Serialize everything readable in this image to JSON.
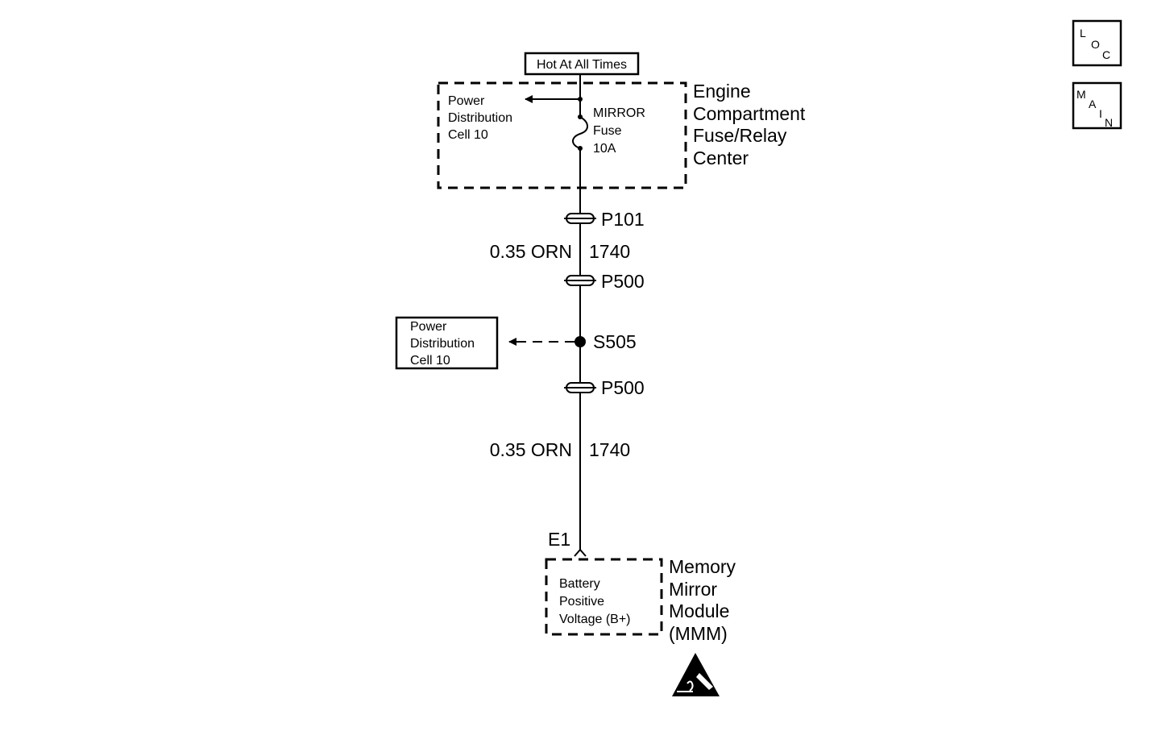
{
  "hot_label": "Hot At All Times",
  "fuse_center": {
    "name_lines": [
      "Engine",
      "Compartment",
      "Fuse/Relay",
      "Center"
    ],
    "pdc_lines": [
      "Power",
      "Distribution",
      "Cell 10"
    ],
    "fuse_lines": [
      "MIRROR",
      "Fuse",
      "10A"
    ]
  },
  "connectors": {
    "p101": "P101",
    "p500_upper": "P500",
    "p500_lower": "P500"
  },
  "wire_upper": {
    "gauge_color": "0.35 ORN",
    "circuit": "1740"
  },
  "wire_lower": {
    "gauge_color": "0.35 ORN",
    "circuit": "1740"
  },
  "splice": {
    "label": "S505",
    "ref_lines": [
      "Power",
      "Distribution",
      "Cell 10"
    ]
  },
  "module": {
    "pin": "E1",
    "name_lines": [
      "Memory",
      "Mirror",
      "Module",
      "(MMM)"
    ],
    "pin_desc_lines": [
      "Battery",
      "Positive",
      "Voltage (B+)"
    ],
    "esd_icon": "esd-warning-icon"
  },
  "nav": {
    "loc": [
      "L",
      "O",
      "C"
    ],
    "main": [
      "M",
      "A",
      "I",
      "N"
    ]
  }
}
